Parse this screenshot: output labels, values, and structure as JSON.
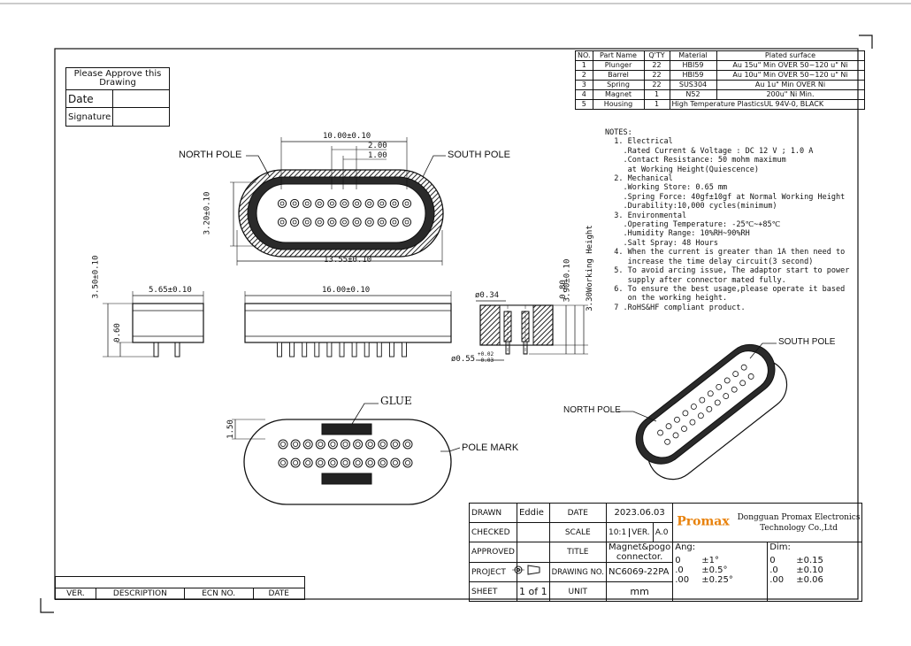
{
  "approval": {
    "heading": "Please Approve this Drawing",
    "date_label": "Date",
    "signature_label": "Signature"
  },
  "parts_table": {
    "headers": [
      "NO.",
      "Part Name",
      "Q'TY",
      "Material",
      "Plated surface"
    ],
    "rows": [
      [
        "1",
        "Plunger",
        "22",
        "HBI59",
        "Au 15u\" Min OVER 50~120 u\" Ni"
      ],
      [
        "2",
        "Barrel",
        "22",
        "HBI59",
        "Au 10u\" Min OVER 50~120 u\" Ni"
      ],
      [
        "3",
        "Spring",
        "22",
        "SUS304",
        "Au 1u\" Min OVER  Ni"
      ],
      [
        "4",
        "Magnet",
        "1",
        "N52",
        "200u\" Ni Min."
      ],
      [
        "5",
        "Housing",
        "1",
        "High Temperature PlasticsUL 94V-0, BLACK",
        ""
      ]
    ]
  },
  "notes": {
    "lines": [
      "NOTES:",
      "  1. Electrical",
      "    .Rated Current & Voltage : DC 12 V ; 1.0 A",
      "    .Contact Resistance: 50 mohm maximum",
      "     at Working Height(Quiescence)",
      "  2. Mechanical",
      "    .Working Store: 0.65 mm",
      "    .Spring Force: 40gf±10gf at Normal Working Height",
      "    .Durability:10,000 cycles(minimum)",
      "  3. Environmental",
      "    .Operating Temperature: -25℃~+85℃",
      "    .Humidity Range: 10%RH~90%RH",
      "    .Salt Spray: 48 Hours",
      "  4. When the current is greater than 1A then need to",
      "     increase the time delay circuit(3 second)",
      "  5. To avoid arcing issue, The adaptor start to power",
      "     supply after connector mated fully.",
      "  6. To ensure the best usage,please operate it based",
      "     on the working height.",
      "  7 .RoHS&HF compliant product."
    ]
  },
  "labels": {
    "north_pole": "NORTH POLE",
    "south_pole": "SOUTH POLE",
    "glue": "GLUE",
    "pole_mark": "POLE MARK",
    "iso_south_pole": "SOUTH POLE",
    "iso_north_pole": "NORTH POLE"
  },
  "dimensions": {
    "top_width": "10.00±0.10",
    "pitch_2": "2.00",
    "pitch_1": "1.00",
    "height_320": "3.20±0.10",
    "body_length": "13.55±0.10",
    "side_height": "3.50±0.10",
    "side_width": "5.65±0.10",
    "pin_060": "0.60",
    "front_width": "16.00±0.10",
    "dia_034": "ø0.34",
    "dia_055": "ø0.55",
    "dia_055_tol_upper": "+0.02",
    "dia_055_tol_lower": "-0.03",
    "dim_080": "0.80",
    "dim_390": "3.90±0.10",
    "working_height": "3.30Working Height",
    "dim_150": "1.50"
  },
  "title_block": {
    "drawn_label": "DRAWN",
    "drawn_value": "Eddie",
    "date_label": "DATE",
    "date_value": "2023.06.03",
    "checked_label": "CHECKED",
    "scale_label": "SCALE",
    "scale_value": "10:1",
    "ver_label": "VER.",
    "ver_value": "A.0",
    "approved_label": "APPROVED",
    "title_label": "TITLE",
    "title_value_1": "Magnet&pogo",
    "title_value_2": "connector.",
    "project_label": "PROJECT",
    "drawing_no_label": "DRAWING NO.",
    "drawing_no_value": "NC6069-22PA",
    "sheet_label": "SHEET",
    "sheet_value": "1 of 1",
    "unit_label": "UNIT",
    "unit_value": "mm",
    "logo_text": "Promax",
    "company_line1": "Dongguan Promax Electronics",
    "company_line2": "Technology Co.,Ltd",
    "ang_label": "Ang:",
    "dim_label": "Dim:",
    "ang_rows": [
      [
        "0",
        "±1°"
      ],
      [
        ".0",
        "±0.5°"
      ],
      [
        ".00",
        "±0.25°"
      ]
    ],
    "dim_rows": [
      [
        "0",
        "±0.15"
      ],
      [
        ".0",
        "±0.10"
      ],
      [
        ".00",
        "±0.06"
      ]
    ]
  },
  "revision_table": {
    "headers": [
      "VER.",
      "DESCRIPTION",
      "ECN NO.",
      "DATE"
    ]
  },
  "colors": {
    "ink": "#111111",
    "hatch": "#3a3a3a",
    "logo_orange": "#e8820c"
  }
}
